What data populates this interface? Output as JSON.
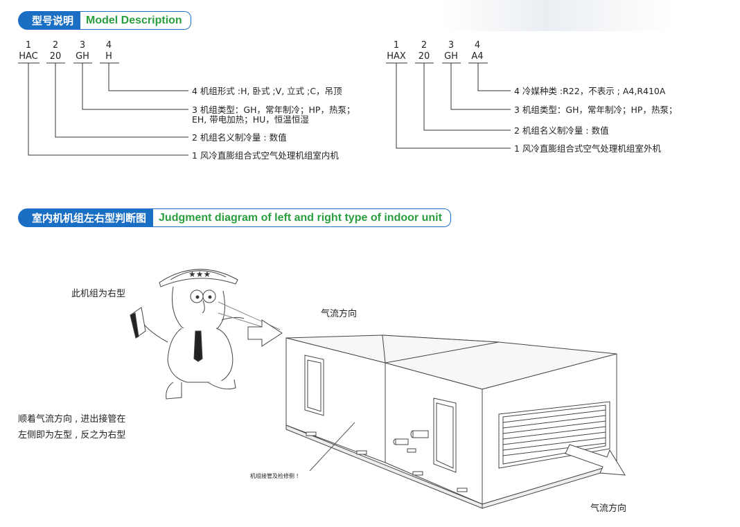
{
  "section1": {
    "title_cn": "型号说明",
    "title_en": "Model Description"
  },
  "indoor_model": {
    "positions": [
      "1",
      "2",
      "3",
      "4"
    ],
    "codes": [
      "HAC",
      "20",
      "GH",
      "H"
    ],
    "notes": [
      "4 机组形式 :H, 卧式 ;V, 立式 ;C，吊顶",
      "3 机组类型：GH，常年制冷；HP，热泵；",
      "EH, 带电加热；HU，恒温恒湿",
      "2 机组名义制冷量 : 数值",
      "1 风冷直膨组合式空气处理机组室内机"
    ]
  },
  "outdoor_model": {
    "positions": [
      "1",
      "2",
      "3",
      "4"
    ],
    "codes": [
      "HAX",
      "20",
      "GH",
      "A4"
    ],
    "notes": [
      "4 冷媒种类 :R22，不表示 ; A4,R410A",
      "3 机组类型：GH，常年制冷；HP，热泵；",
      "2 机组名义制冷量 : 数值",
      "1 风冷直膨组合式空气处理机组室外机"
    ]
  },
  "section2": {
    "title_cn": "室内机机组左右型判断图",
    "title_en": "Judgment diagram of left and right type of indoor unit"
  },
  "diagram": {
    "right_type_label": "此机组为右型",
    "rule_line1": "顺着气流方向 , 进出接管在",
    "rule_line2": "左侧即为左型 , 反之为右型",
    "airflow_top": "气流方向",
    "airflow_bottom": "气流方向",
    "service_side": "机组接管及检修侧 !"
  },
  "colors": {
    "header_blue": "#1a6fc4",
    "header_green": "#2a9d3f"
  }
}
